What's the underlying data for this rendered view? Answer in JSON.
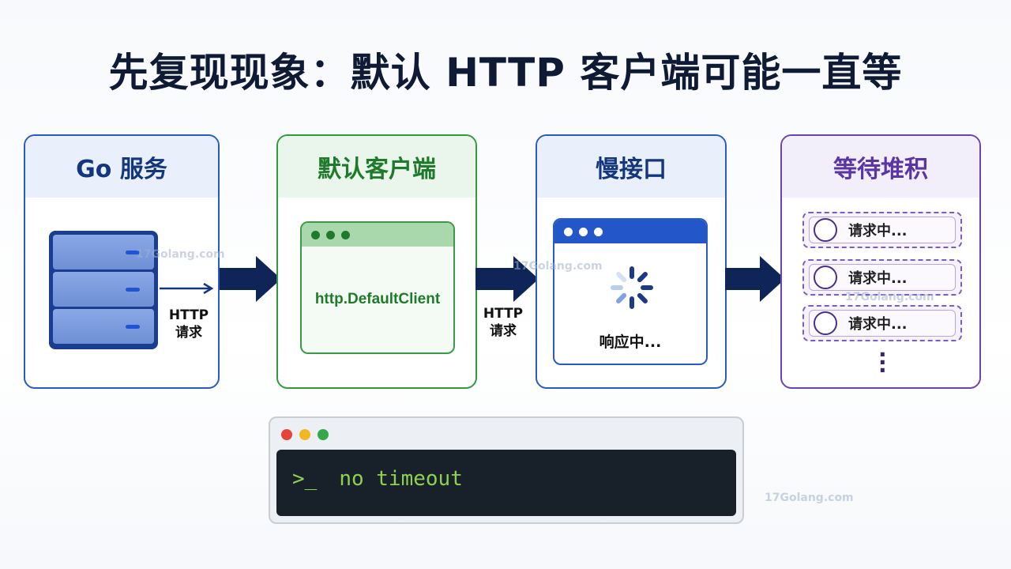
{
  "title": "先复现现象：默认 HTTP 客户端可能一直等",
  "panels": {
    "go_service": {
      "label": "Go 服务",
      "request_label_1": "HTTP",
      "request_label_2": "请求"
    },
    "default_client": {
      "label": "默认客户端",
      "code": "http.DefaultClient"
    },
    "slow_api": {
      "label": "慢接口",
      "status": "响应中..."
    },
    "pileup": {
      "label": "等待堆积",
      "items": [
        "请求中...",
        "请求中...",
        "请求中..."
      ]
    }
  },
  "connector": {
    "label_1": "HTTP",
    "label_2": "请求"
  },
  "terminal": {
    "prompt": ">_",
    "text": "no timeout"
  },
  "watermark": "17Golang.com",
  "colors": {
    "navy": "#13367f",
    "green": "#1f7a2b",
    "purple": "#5a35a5",
    "terminal_green": "#8fd14f"
  }
}
